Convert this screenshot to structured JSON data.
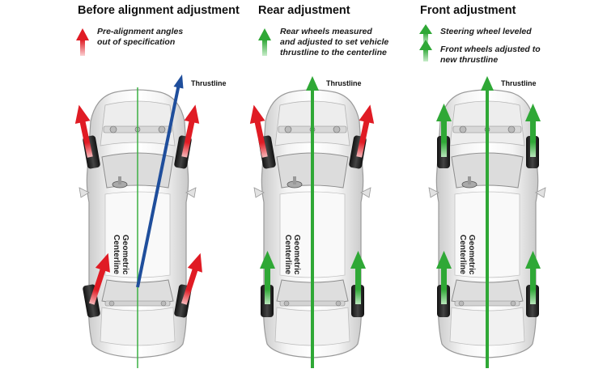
{
  "panels": [
    {
      "title": "Before alignment adjustment",
      "captions": [
        "Pre-alignment angles\nout of specification"
      ],
      "thrustline_label": "Thrustline",
      "centerline_label": "Geometric\nCenterline"
    },
    {
      "title": "Rear adjustment",
      "captions": [
        "Rear wheels measured\nand adjusted to set vehicle\nthrustline to the centerline"
      ],
      "thrustline_label": "Thrustline",
      "centerline_label": "Geometric\nCenterline"
    },
    {
      "title": "Front adjustment",
      "captions": [
        "Steering wheel leveled",
        "Front wheels adjusted to\nnew thrustline"
      ],
      "thrustline_label": "Thrustline",
      "centerline_label": "Geometric\nCenterline"
    }
  ],
  "colors": {
    "out_of_spec_arrow": "#e01b24",
    "in_spec_arrow": "#2fa836",
    "centerline": "#3cb043",
    "thrustline_before": "#1f4e9c",
    "thrustline_after": "#2fa836"
  },
  "legend_icons": [
    "red-arrow-icon",
    "green-arrow-icon",
    "green-arrow-icon",
    "green-arrow-icon"
  ]
}
